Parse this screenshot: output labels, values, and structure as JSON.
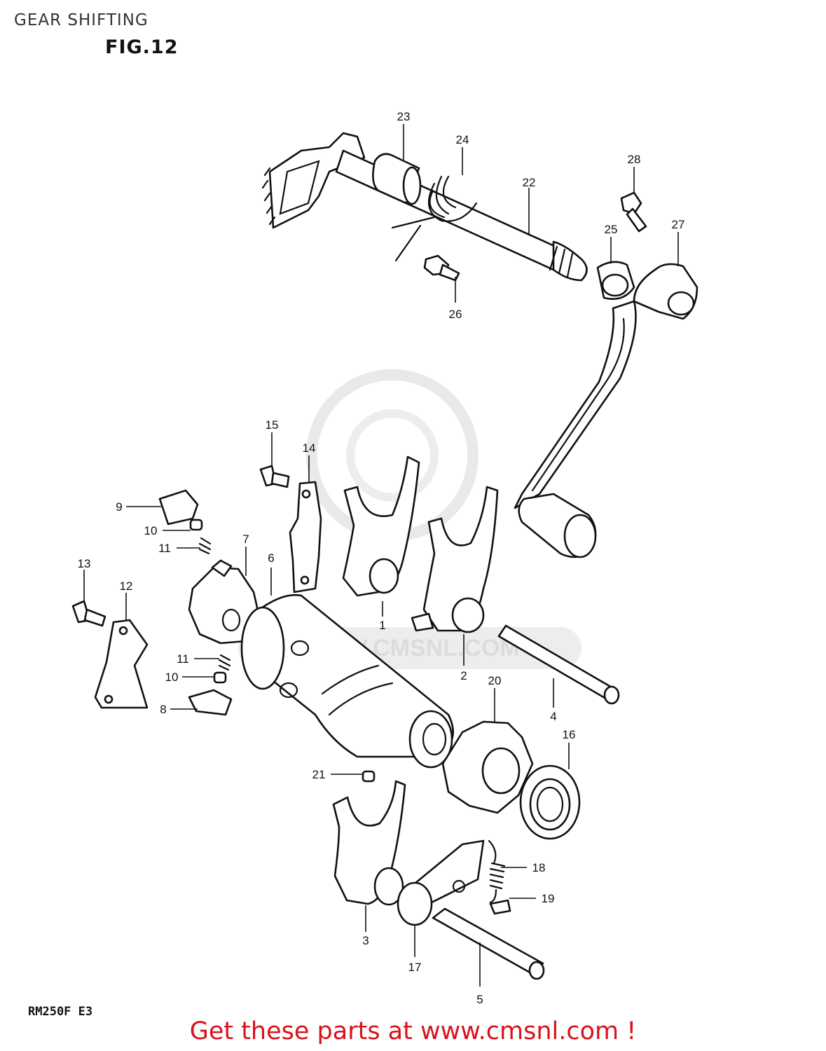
{
  "header": {
    "section_title": "GEAR SHIFTING",
    "figure_label": "FIG.12"
  },
  "diagram": {
    "callouts": [
      "1",
      "2",
      "3",
      "4",
      "5",
      "6",
      "7",
      "8",
      "9",
      "10",
      "10",
      "11",
      "11",
      "12",
      "13",
      "14",
      "15",
      "16",
      "17",
      "18",
      "19",
      "20",
      "21",
      "22",
      "23",
      "24",
      "25",
      "26",
      "27",
      "28"
    ]
  },
  "footer": {
    "model_code": "RM250F  E3",
    "promo_link": "Get these parts at www.cmsnl.com !"
  },
  "colors": {
    "link_red": "#d8121a",
    "line_black": "#111111",
    "watermark_gray": "#e6e6e6"
  }
}
